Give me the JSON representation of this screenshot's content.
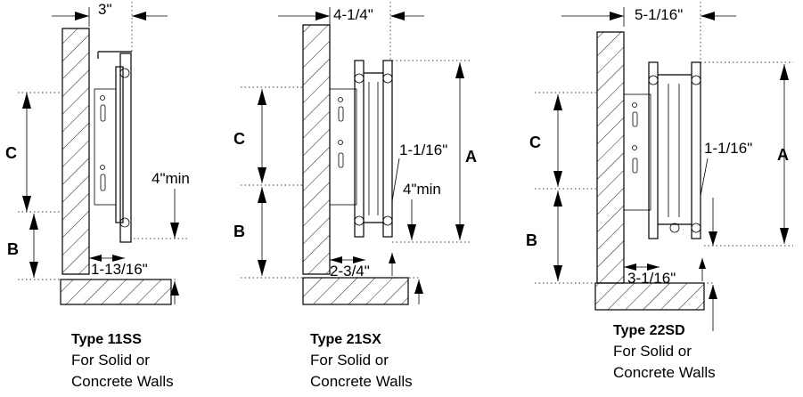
{
  "diagrams": [
    {
      "dims": [
        "3\"",
        "4\"min",
        "1-13/16\""
      ],
      "labels": [
        "C",
        "B"
      ],
      "caption": {
        "type": "Type 11SS",
        "line1": "For Solid or",
        "line2": "Concrete Walls"
      }
    },
    {
      "dims": [
        "4-1/4\"",
        "1-1/16\"",
        "4\"min",
        "2-3/4\""
      ],
      "labels": [
        "C",
        "B",
        "A"
      ],
      "caption": {
        "type": "Type 21SX",
        "line1": "For Solid or",
        "line2": "Concrete Walls"
      }
    },
    {
      "dims": [
        "5-1/16\"",
        "1-1/16\"",
        "3-1/16\""
      ],
      "labels": [
        "C",
        "B",
        "A"
      ],
      "caption": {
        "type": "Type 22SD",
        "line1": "For Solid or",
        "line2": "Concrete Walls"
      }
    }
  ]
}
